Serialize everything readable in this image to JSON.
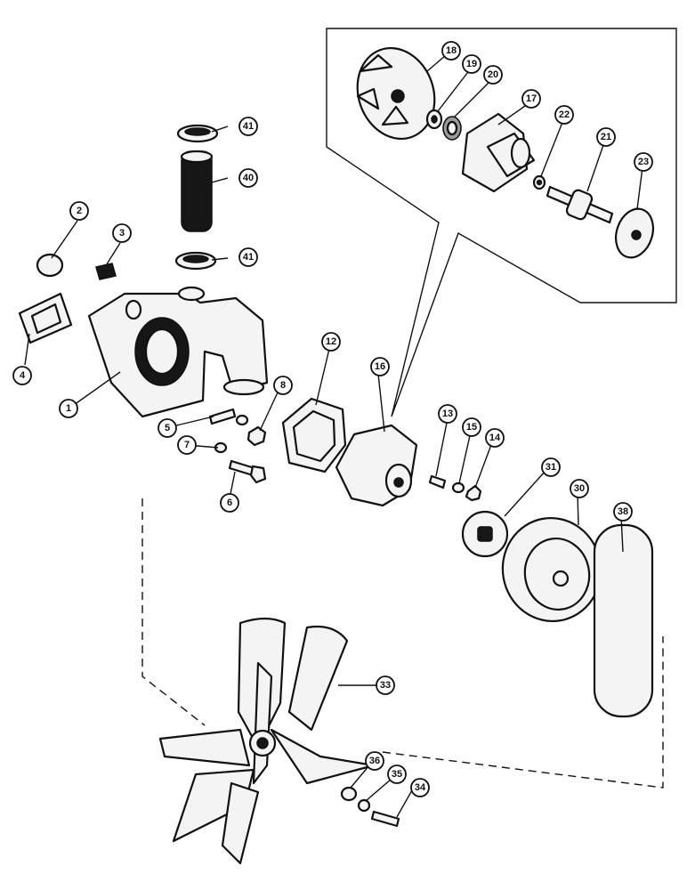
{
  "diagram": {
    "callouts": [
      {
        "id": "c1",
        "label": "1"
      },
      {
        "id": "c2",
        "label": "2"
      },
      {
        "id": "c3",
        "label": "3"
      },
      {
        "id": "c4",
        "label": "4"
      },
      {
        "id": "c5",
        "label": "5"
      },
      {
        "id": "c6",
        "label": "6"
      },
      {
        "id": "c7",
        "label": "7"
      },
      {
        "id": "c8",
        "label": "8"
      },
      {
        "id": "c12",
        "label": "12"
      },
      {
        "id": "c13",
        "label": "13"
      },
      {
        "id": "c14",
        "label": "14"
      },
      {
        "id": "c15",
        "label": "15"
      },
      {
        "id": "c16",
        "label": "16"
      },
      {
        "id": "c17",
        "label": "17"
      },
      {
        "id": "c18",
        "label": "18"
      },
      {
        "id": "c19",
        "label": "19"
      },
      {
        "id": "c20",
        "label": "20"
      },
      {
        "id": "c21",
        "label": "21"
      },
      {
        "id": "c22",
        "label": "22"
      },
      {
        "id": "c23",
        "label": "23"
      },
      {
        "id": "c30",
        "label": "30"
      },
      {
        "id": "c31",
        "label": "31"
      },
      {
        "id": "c33",
        "label": "33"
      },
      {
        "id": "c34",
        "label": "34"
      },
      {
        "id": "c35",
        "label": "35"
      },
      {
        "id": "c36",
        "label": "36"
      },
      {
        "id": "c38",
        "label": "38"
      },
      {
        "id": "c40",
        "label": "40"
      },
      {
        "id": "c41a",
        "label": "41"
      },
      {
        "id": "c41b",
        "label": "41"
      }
    ]
  }
}
